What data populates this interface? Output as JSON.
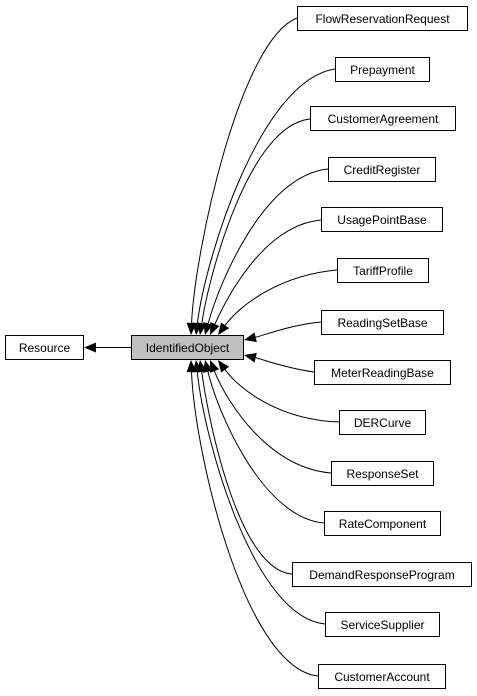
{
  "diagram": {
    "base": {
      "label": "Resource"
    },
    "center": {
      "label": "IdentifiedObject"
    },
    "subclasses": [
      {
        "label": "FlowReservationRequest"
      },
      {
        "label": "Prepayment"
      },
      {
        "label": "CustomerAgreement"
      },
      {
        "label": "CreditRegister"
      },
      {
        "label": "UsagePointBase"
      },
      {
        "label": "TariffProfile"
      },
      {
        "label": "ReadingSetBase"
      },
      {
        "label": "MeterReadingBase"
      },
      {
        "label": "DERCurve"
      },
      {
        "label": "ResponseSet"
      },
      {
        "label": "RateComponent"
      },
      {
        "label": "DemandResponseProgram"
      },
      {
        "label": "ServiceSupplier"
      },
      {
        "label": "CustomerAccount"
      }
    ],
    "colors": {
      "center_fill": "#bfbfbf",
      "node_fill": "#ffffff",
      "stroke": "#000000"
    }
  }
}
